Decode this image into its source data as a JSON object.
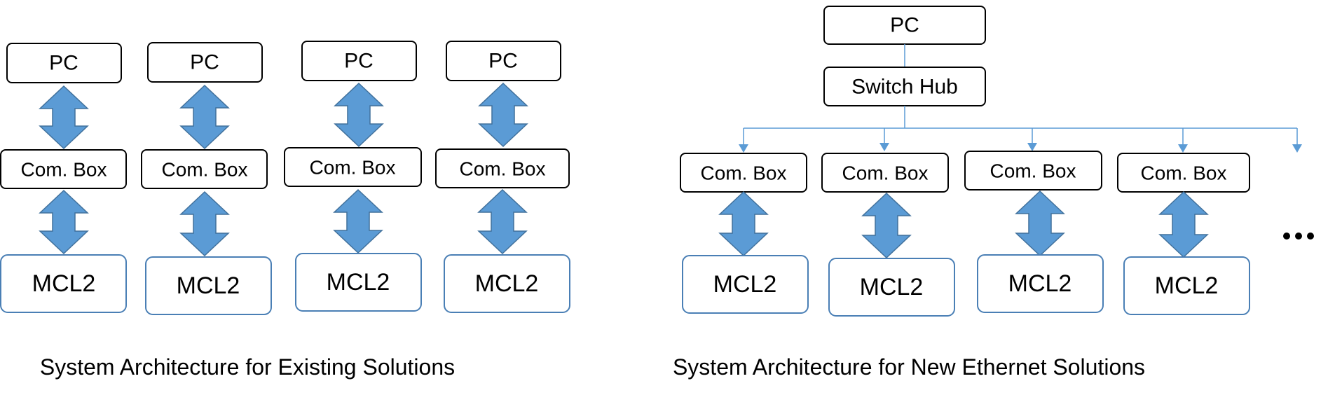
{
  "existing": {
    "caption": "System Architecture for Existing Solutions",
    "pc_label": "PC",
    "combox_label": "Com. Box",
    "mcl_label": "MCL2",
    "stacks": 4
  },
  "ethernet": {
    "caption": "System Architecture for New Ethernet Solutions",
    "pc_label": "PC",
    "switch_label": "Switch Hub",
    "combox_label": "Com. Box",
    "mcl_label": "MCL2",
    "stacks": 4,
    "more_indicator": "..."
  },
  "colors": {
    "arrow_fill": "#5b9bd5",
    "arrow_stroke": "#41719c",
    "mcl_border": "#4a7fb5",
    "box_border": "#000000"
  }
}
